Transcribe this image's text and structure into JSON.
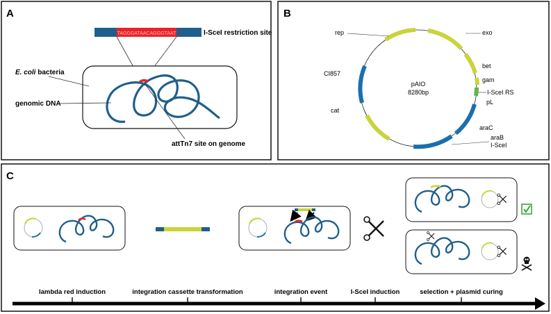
{
  "panels": {
    "a": {
      "letter": "A",
      "restriction_sequence": "TAGGGATAACAGGGTAAT",
      "restriction_label": "I-SceI restriction site",
      "bacteria_italic": "E. coli",
      "bacteria_rest": " bacteria",
      "genomic_label": "genomic DNA",
      "att_label": "attTn7 site on genome"
    },
    "b": {
      "letter": "B",
      "plasmid_name": "pAIO",
      "plasmid_size": "8280bp",
      "features": [
        "rep",
        "exo",
        "bet",
        "gam",
        "I-SceI RS",
        "pL",
        "araC",
        "araB",
        "I-SceI",
        "cat",
        "CI857"
      ]
    },
    "c": {
      "letter": "C",
      "timeline_steps": [
        "lambda red induction",
        "integration cassette transformation",
        "integration event",
        "I-SceI induction",
        "selection + plasmid curing"
      ]
    }
  },
  "colors": {
    "dna": "#1f5f8b",
    "red": "#e8232a",
    "yellow_green": "#c9d43a",
    "green": "#6ab04c",
    "blue": "#1a6fae",
    "check": "#3aa63a"
  },
  "icons": [
    "scissors-icon",
    "checkmark-icon",
    "skull-icon",
    "timeline-arrow"
  ]
}
